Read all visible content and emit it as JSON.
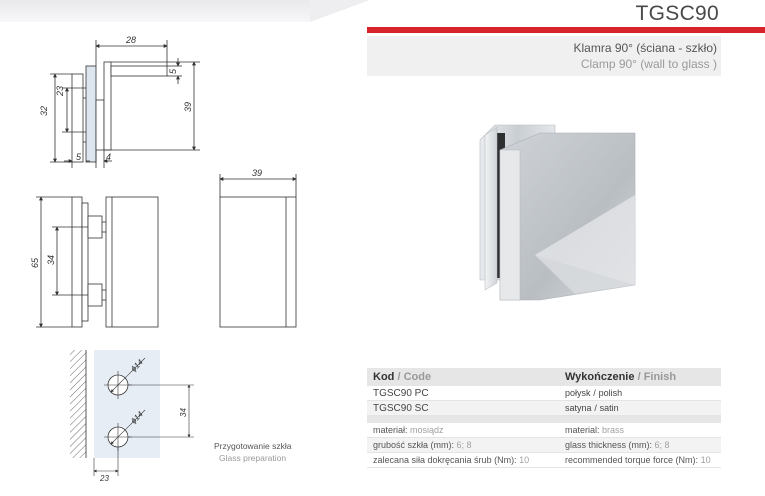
{
  "header": {
    "title": "TGSC90",
    "subtitle_pl": "Klamra 90° (ściana - szkło)",
    "subtitle_en": "Clamp 90° (wall to glass )"
  },
  "dimensions": {
    "side_width": "28",
    "side_small": "5",
    "side_height": "39",
    "side_left1": "32",
    "side_left2": "23",
    "side_bottom1": "5",
    "side_bottom2": "4",
    "front_height": "65",
    "front_inner": "34",
    "top_width": "39",
    "glass_hole1": "ϕ14",
    "glass_hole2": "ϕ14",
    "glass_spacing": "34",
    "glass_edge": "23"
  },
  "glass_prep": {
    "label_pl": "Przygotowanie szkła",
    "label_en": "Glass preparation"
  },
  "table": {
    "col1_pl": "Kod",
    "col1_en": "Code",
    "col2_pl": "Wykończenie",
    "col2_en": "Finish",
    "slash": "/",
    "rows": [
      {
        "code": "TGSC90 PC",
        "finish_pl": "połysk",
        "finish_en": "polish"
      },
      {
        "code": "TGSC90 SC",
        "finish_pl": "satyna",
        "finish_en": "satin"
      }
    ],
    "specs": [
      {
        "pl_label": "materiał:",
        "pl_value": "mosiądz",
        "en_label": "material:",
        "en_value": "brass"
      },
      {
        "pl_label": "grubość szkła (mm):",
        "pl_value": "6; 8",
        "en_label": "glass thickness (mm):",
        "en_value": "6; 8"
      },
      {
        "pl_label": "zalecana siła dokręcania śrub (Nm):",
        "pl_value": "10",
        "en_label": "recommended torque force (Nm):",
        "en_value": "10"
      }
    ]
  }
}
